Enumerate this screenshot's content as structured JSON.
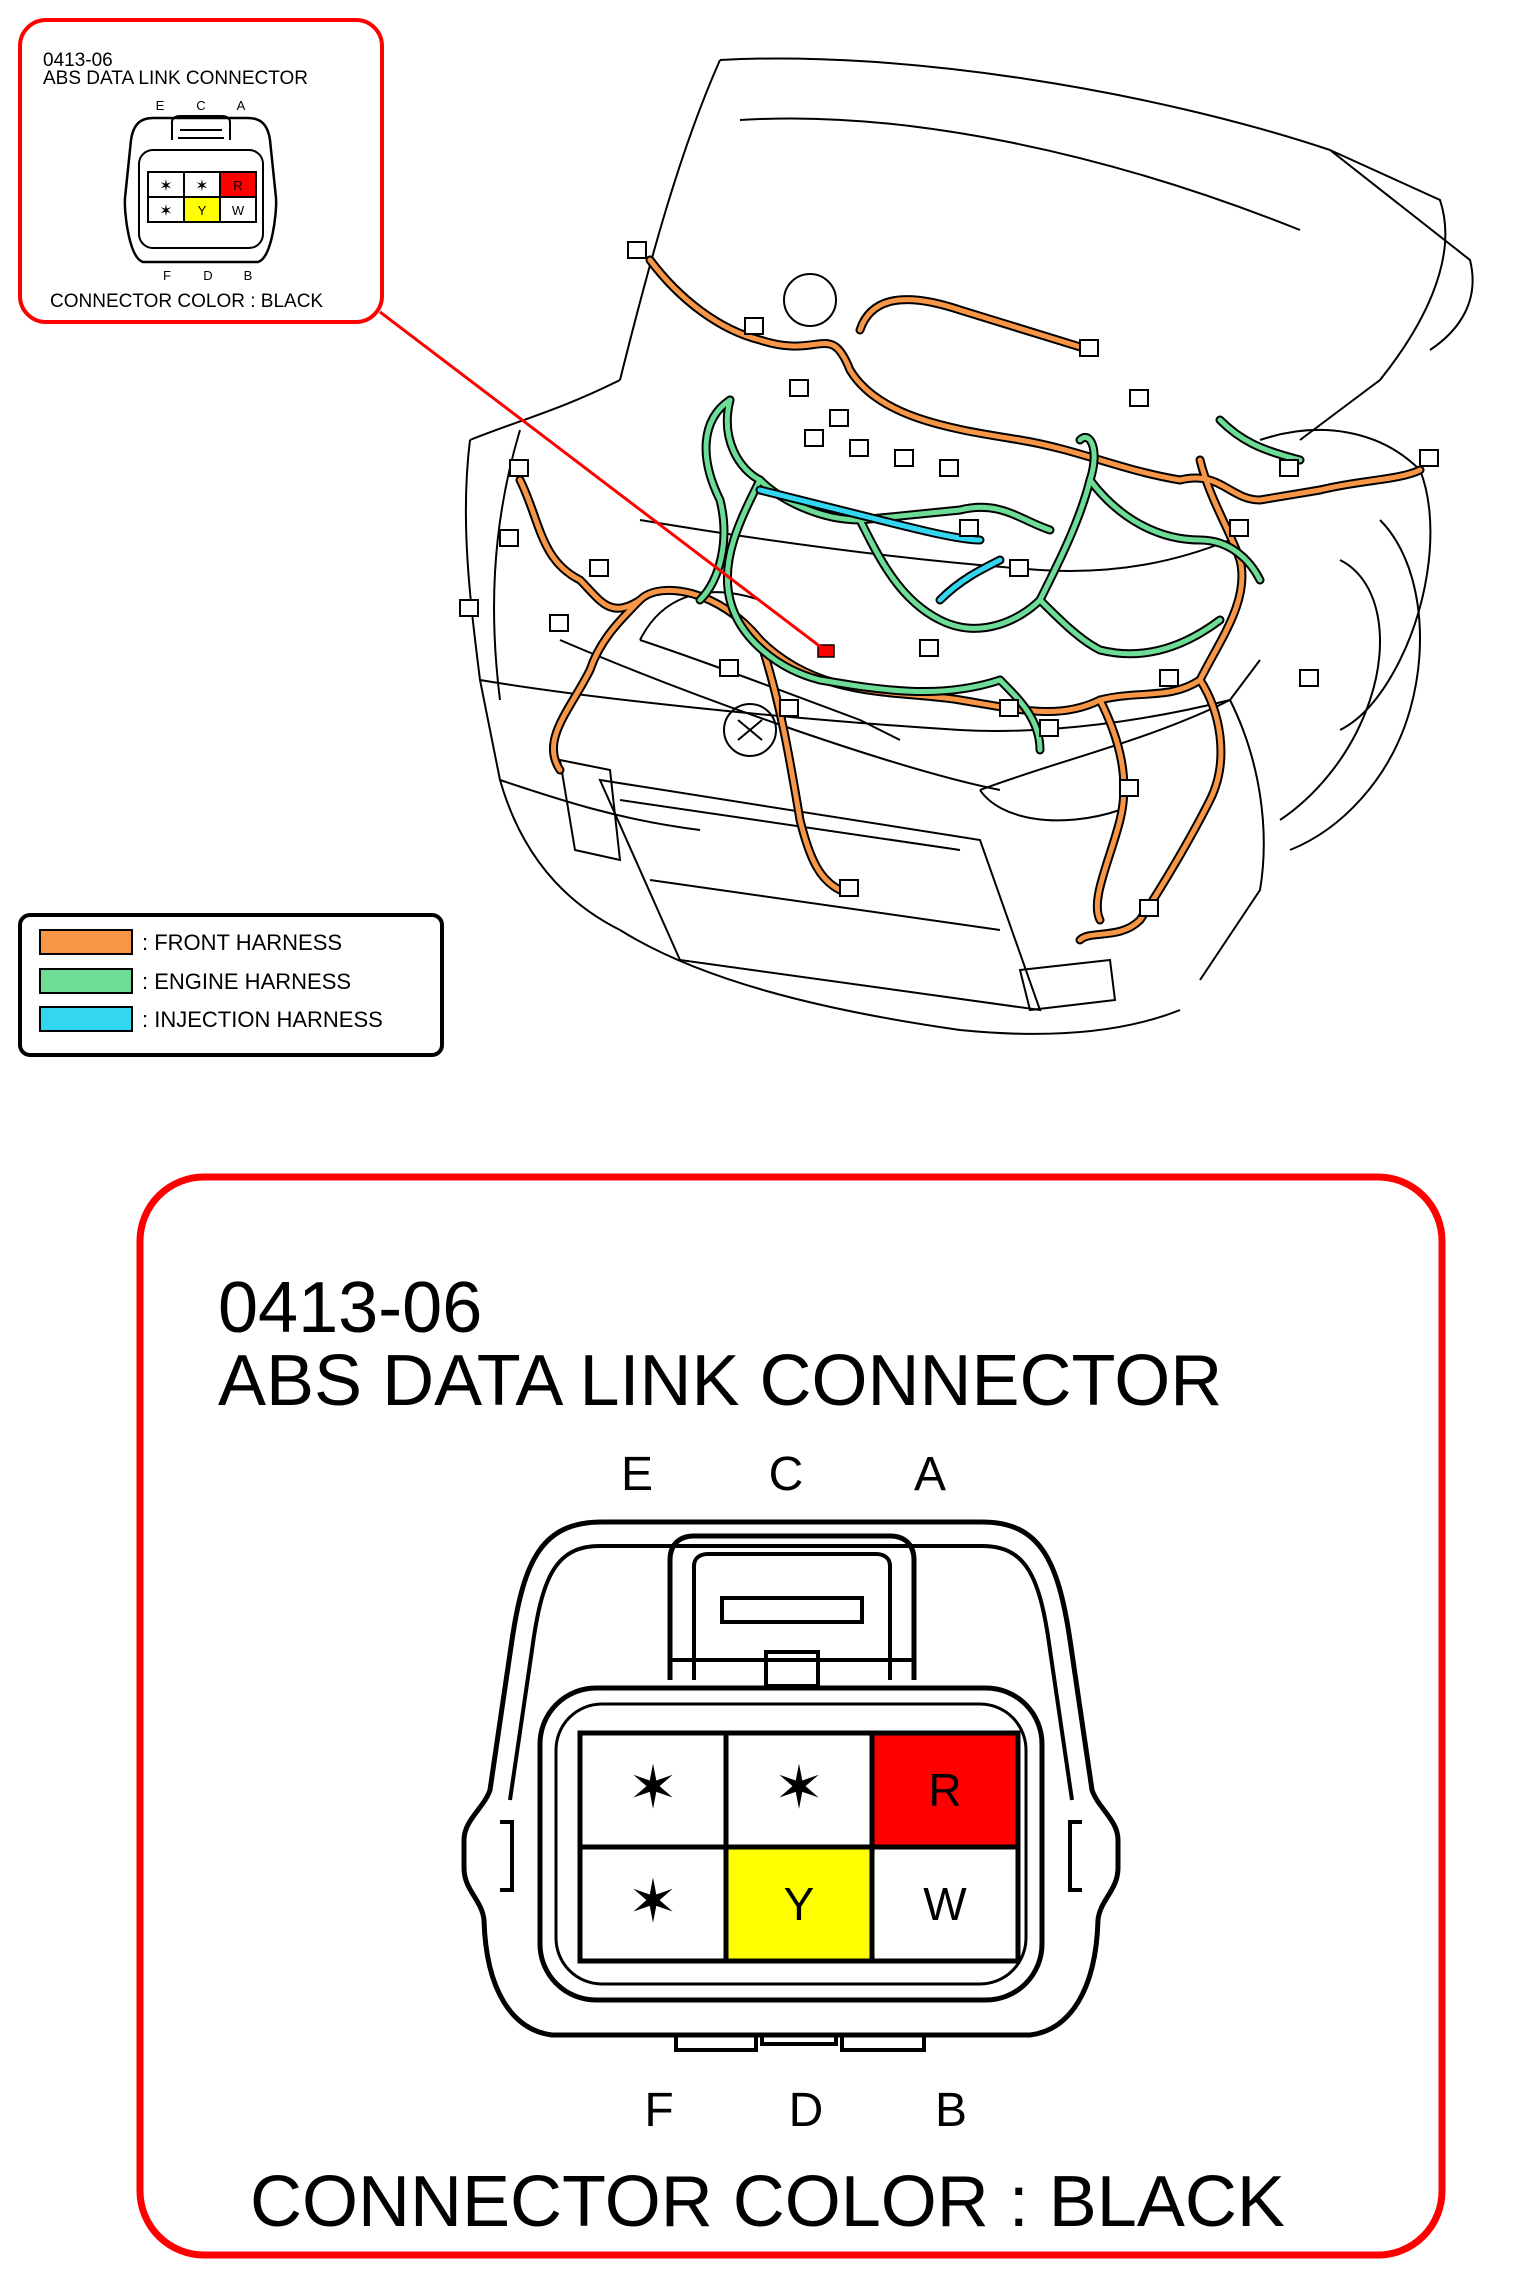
{
  "inset": {
    "code": "0413-06",
    "title": "ABS DATA LINK CONNECTOR",
    "top_pins": [
      "E",
      "C",
      "A"
    ],
    "bottom_pins": [
      "F",
      "D",
      "B"
    ],
    "connector_color": "CONNECTOR COLOR : BLACK",
    "cells": [
      {
        "pin": "E",
        "text": "✶",
        "fill": "#ffffff"
      },
      {
        "pin": "C",
        "text": "✶",
        "fill": "#ffffff"
      },
      {
        "pin": "A",
        "text": "R",
        "fill": "#ff0000"
      },
      {
        "pin": "F",
        "text": "✶",
        "fill": "#ffffff"
      },
      {
        "pin": "D",
        "text": "Y",
        "fill": "#ffff00"
      },
      {
        "pin": "B",
        "text": "W",
        "fill": "#ffffff"
      }
    ]
  },
  "detail": {
    "code": "0413-06",
    "title": "ABS DATA LINK CONNECTOR",
    "top_pins": [
      "E",
      "C",
      "A"
    ],
    "bottom_pins": [
      "F",
      "D",
      "B"
    ],
    "connector_color": "CONNECTOR COLOR : BLACK",
    "cells": [
      {
        "pin": "E",
        "text": "✶",
        "fill": "#ffffff"
      },
      {
        "pin": "C",
        "text": "✶",
        "fill": "#ffffff"
      },
      {
        "pin": "A",
        "text": "R",
        "fill": "#ff0000"
      },
      {
        "pin": "F",
        "text": "✶",
        "fill": "#ffffff"
      },
      {
        "pin": "D",
        "text": "Y",
        "fill": "#ffff00"
      },
      {
        "pin": "B",
        "text": "W",
        "fill": "#ffffff"
      }
    ]
  },
  "legend": [
    {
      "label": ": FRONT HARNESS",
      "color": "#f79646"
    },
    {
      "label": ": ENGINE HARNESS",
      "color": "#6cdc96"
    },
    {
      "label": ": INJECTION HARNESS",
      "color": "#33d6f0"
    }
  ],
  "colors": {
    "callout": "#ff0000",
    "front_harness": "#f79646",
    "engine_harness": "#6cdc96",
    "injection_harness": "#33d6f0",
    "connector_marker": "#ff0000"
  }
}
